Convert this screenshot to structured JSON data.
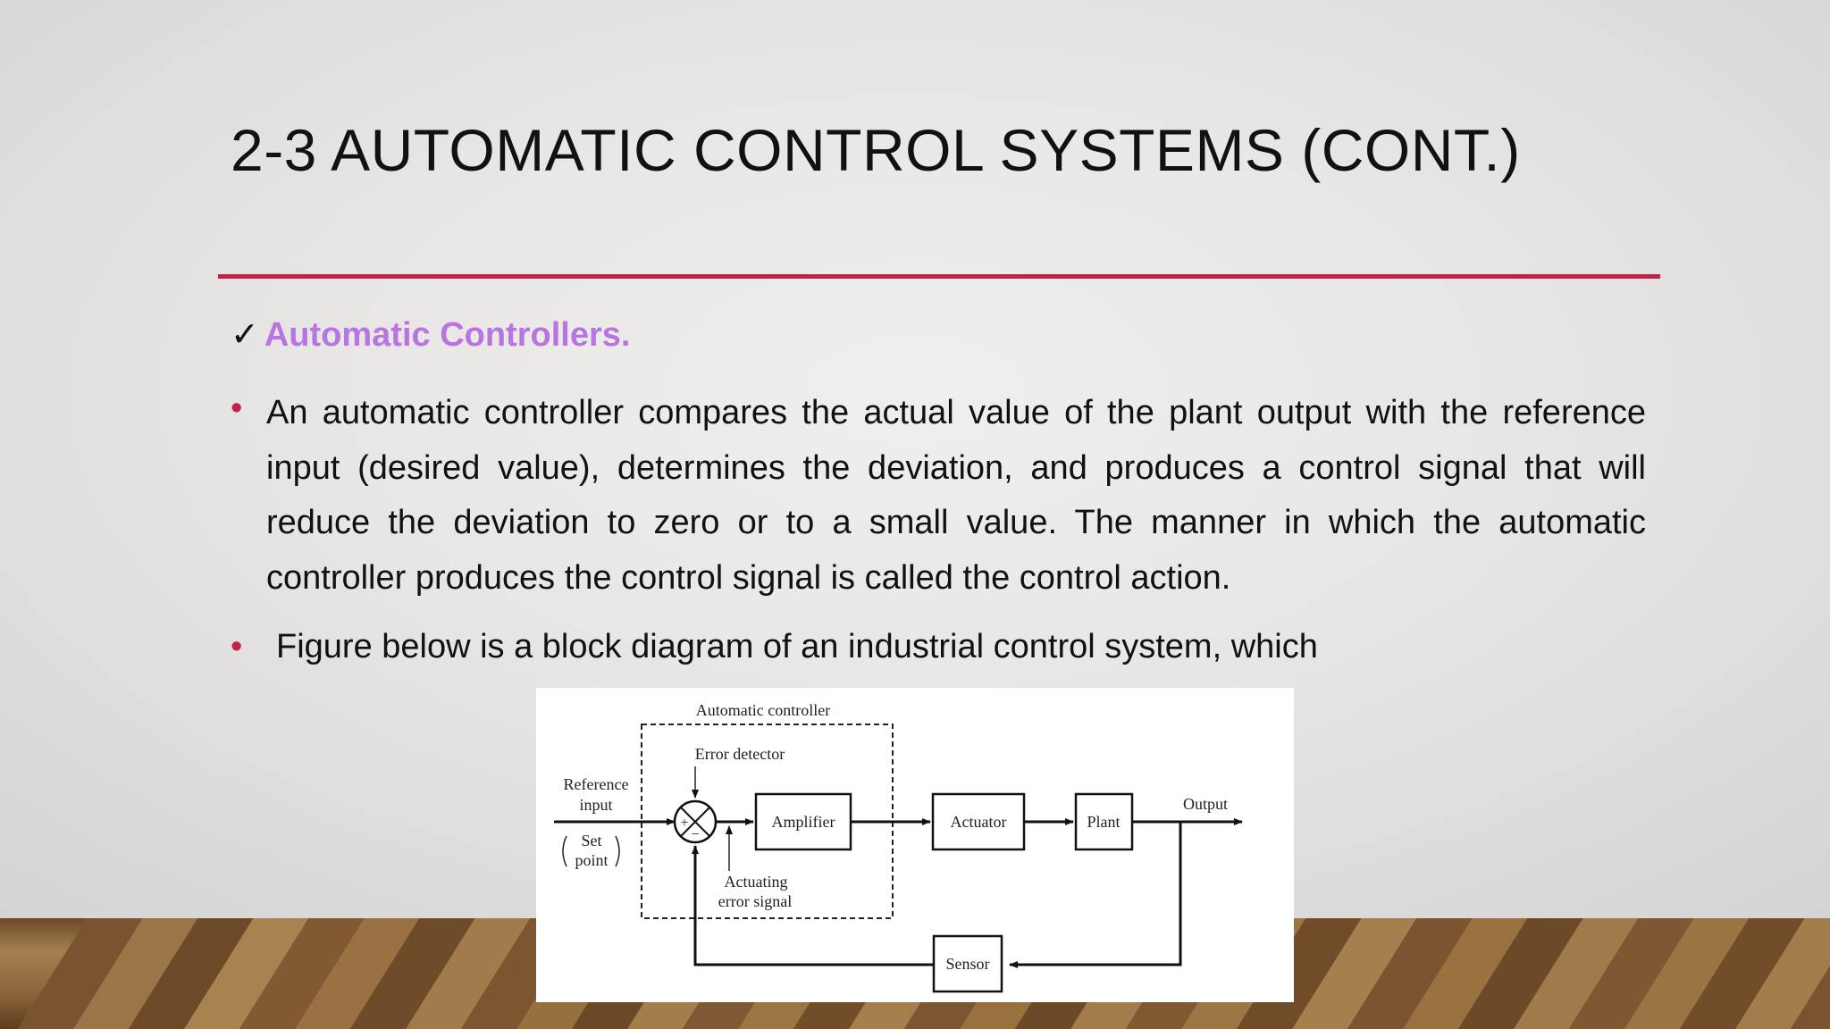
{
  "slide": {
    "title": "2-3 AUTOMATIC CONTROL SYSTEMS (CONT.)",
    "check_mark": "✓",
    "subheading": "Automatic Controllers.",
    "bullets": [
      "An automatic controller compares the actual value of the plant output with the reference input (desired value), determines the deviation, and produces a control signal that will reduce the deviation to zero or to a small value. The manner in which the automatic controller produces the control signal is called the control action.",
      "Figure below is a block diagram of an industrial control system, which"
    ],
    "bullet_symbol": "•"
  },
  "diagram": {
    "automatic_controller": "Automatic controller",
    "error_detector": "Error detector",
    "reference": "Reference",
    "input": "input",
    "set": "Set",
    "point": "point",
    "amplifier": "Amplifier",
    "actuator": "Actuator",
    "plant": "Plant",
    "output": "Output",
    "actuating": "Actuating",
    "error_signal": "error signal",
    "sensor": "Sensor",
    "plus": "+",
    "minus": "−"
  },
  "colors": {
    "accent_rule": "#c0234a",
    "subheading": "#b874e0",
    "bullet": "#c0234a"
  }
}
